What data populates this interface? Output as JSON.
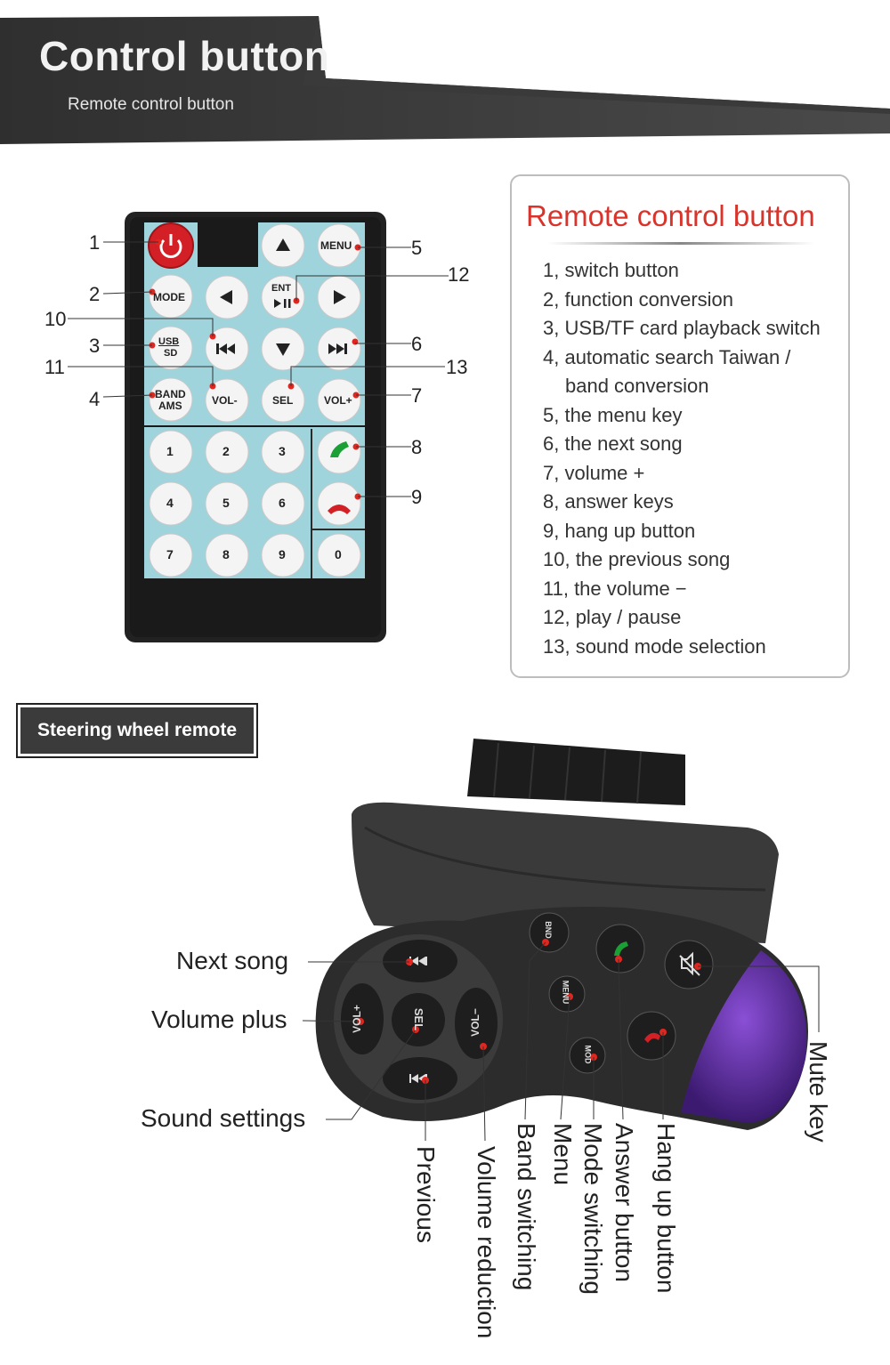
{
  "header": {
    "title": "Control button",
    "subtitle": "Remote control button"
  },
  "remote": {
    "buttons": {
      "menu": "MENU",
      "mode": "MODE",
      "ent": "ENT",
      "usb": "USB",
      "sd": "SD",
      "band": "BAND",
      "ams": "AMS",
      "vol_minus": "VOL-",
      "sel": "SEL",
      "vol_plus": "VOL+",
      "digits": [
        "1",
        "2",
        "3",
        "4",
        "5",
        "6",
        "7",
        "8",
        "9",
        "0"
      ]
    },
    "callouts": [
      "1",
      "2",
      "3",
      "4",
      "5",
      "6",
      "7",
      "8",
      "9",
      "10",
      "11",
      "12",
      "13"
    ]
  },
  "info": {
    "title": "Remote control button",
    "items": [
      "1, switch button",
      "2, function conversion",
      "3, USB/TF card playback switch",
      "4, automatic search Taiwan /",
      "band conversion",
      "5, the menu key",
      "6, the next song",
      "7, volume +",
      "8, answer keys",
      "9, hang up button",
      "10, the previous song",
      "11, the volume −",
      "12, play / pause",
      "13, sound mode selection"
    ]
  },
  "steering": {
    "section_label": "Steering wheel remote",
    "button_text": {
      "vol_plus": "VOL+",
      "sel": "SEL",
      "vol_minus": "VOL−",
      "bnd": "BND",
      "menu": "MENU",
      "mod": "MOD"
    },
    "labels": {
      "next_song": "Next song",
      "volume_plus": "Volume plus",
      "sound_settings": "Sound settings",
      "previous": "Previous",
      "volume_reduction": "Volume reduction",
      "band_switching": "Band switching",
      "menu": "Menu",
      "mode_switching": "Mode switching",
      "answer_button": "Answer button",
      "hang_up_button": "Hang up button",
      "mute_key": "Mute key"
    }
  },
  "colors": {
    "accent_red": "#d9342b",
    "remote_teal": "#9fd4dc",
    "dark_body": "#2e2e2e"
  }
}
